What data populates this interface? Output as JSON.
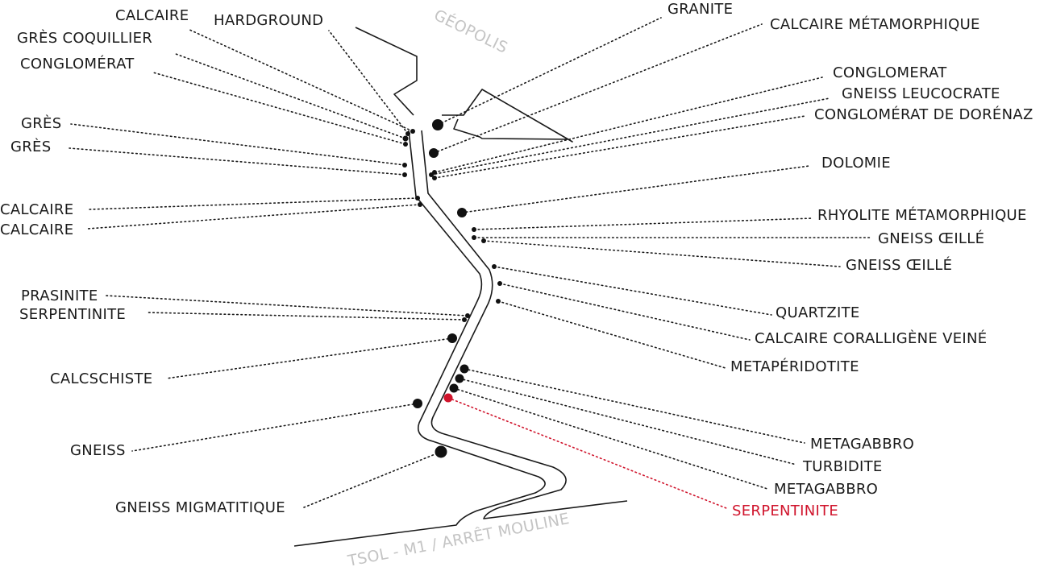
{
  "colors": {
    "ink": "#1a1a1a",
    "highlight": "#d0142c",
    "place": "#c4c4c4"
  },
  "places": {
    "top": "GÉOPOLIS",
    "bottom": "TSOL - M1 / ARRÊT MOULINE"
  },
  "stones": [
    {
      "label": "CALCAIRE"
    },
    {
      "label": "HARDGROUND"
    },
    {
      "label": "GRÈS COQUILLIER"
    },
    {
      "label": "CONGLOMÉRAT"
    },
    {
      "label": "GRÈS"
    },
    {
      "label": "GRÈS"
    },
    {
      "label": "CALCAIRE"
    },
    {
      "label": "CALCAIRE"
    },
    {
      "label": "PRASINITE"
    },
    {
      "label": "SERPENTINITE"
    },
    {
      "label": "CALCSCHISTE"
    },
    {
      "label": "GNEISS"
    },
    {
      "label": "GNEISS MIGMATITIQUE"
    },
    {
      "label": "GRANITE"
    },
    {
      "label": "CALCAIRE MÉTAMORPHIQUE"
    },
    {
      "label": "CONGLOMERAT"
    },
    {
      "label": "GNEISS LEUCOCRATE"
    },
    {
      "label": "CONGLOMÉRAT DE DORÉNAZ"
    },
    {
      "label": "DOLOMIE"
    },
    {
      "label": "RHYOLITE MÉTAMORPHIQUE"
    },
    {
      "label": "GNEISS ŒILLÉ"
    },
    {
      "label": "GNEISS ŒILLÉ"
    },
    {
      "label": "QUARTZITE"
    },
    {
      "label": "CALCAIRE CORALLIGÈNE VEINÉ"
    },
    {
      "label": "METAPÉRIDOTITE"
    },
    {
      "label": "METAGABBRO"
    },
    {
      "label": "TURBIDITE"
    },
    {
      "label": "METAGABBRO"
    },
    {
      "label": "SERPENTINITE",
      "highlight": true
    }
  ]
}
